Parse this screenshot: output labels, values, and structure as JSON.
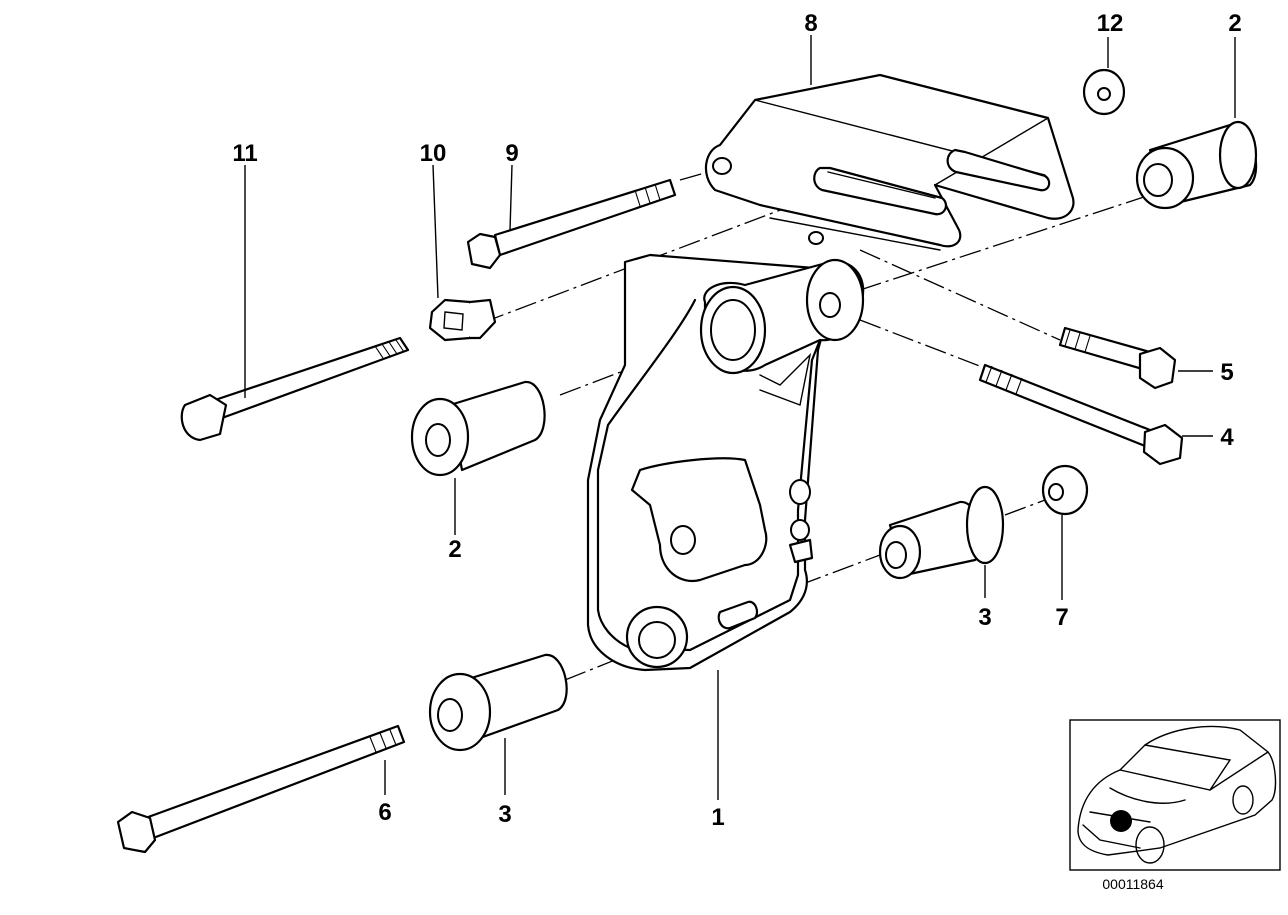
{
  "callouts": {
    "c1": "1",
    "c2a": "2",
    "c2b": "2",
    "c3a": "3",
    "c3b": "3",
    "c4": "4",
    "c5": "5",
    "c6": "6",
    "c7": "7",
    "c8": "8",
    "c9": "9",
    "c10": "10",
    "c11": "11",
    "c12": "12"
  },
  "inset": {
    "reference_number": "00011864"
  },
  "colors": {
    "line": "#000000",
    "background": "#ffffff"
  }
}
